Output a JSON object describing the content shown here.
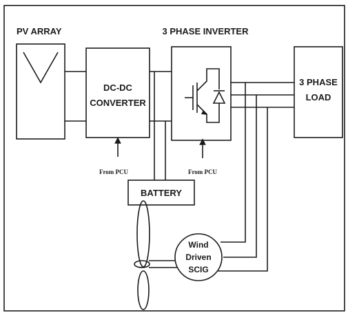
{
  "blocks": {
    "pv_array": "PV ARRAY",
    "dc_dc_line1": "DC-DC",
    "dc_dc_line2": "CONVERTER",
    "inverter": "3 PHASE INVERTER",
    "load_line1": "3 PHASE",
    "load_line2": "LOAD",
    "battery": "BATTERY",
    "scig_line1": "Wind",
    "scig_line2": "Driven",
    "scig_line3": "SCIG"
  },
  "signals": {
    "from_pcu_dc": "From PCU",
    "from_pcu_inv": "From PCU"
  }
}
